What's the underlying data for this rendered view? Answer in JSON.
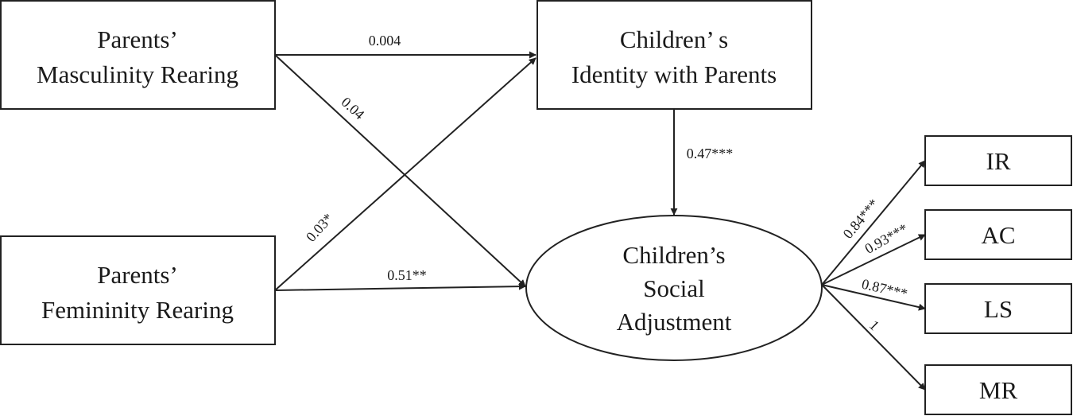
{
  "nodes": {
    "masculinity": [
      "Parents’",
      "Masculinity Rearing"
    ],
    "femininity": [
      "Parents’",
      "Femininity Rearing"
    ],
    "identity": [
      "Children’ s",
      "Identity with Parents"
    ],
    "adjustment": [
      "Children’s",
      "Social",
      "Adjustment"
    ],
    "ir": "IR",
    "ac": "AC",
    "ls": "LS",
    "mr": "MR"
  },
  "paths": {
    "masculinity_to_identity": "0.004",
    "masculinity_to_adjustment": "0.04",
    "femininity_to_identity": "0.03*",
    "femininity_to_adjustment": "0.51**",
    "identity_to_adjustment": "0.47***",
    "adjustment_to_ir": "0.84***",
    "adjustment_to_ac": "0.93***",
    "adjustment_to_ls": "0.87***",
    "adjustment_to_mr": "1"
  },
  "colors": {
    "stroke": "#222222",
    "text": "#1a1a1a",
    "background": "#ffffff"
  }
}
